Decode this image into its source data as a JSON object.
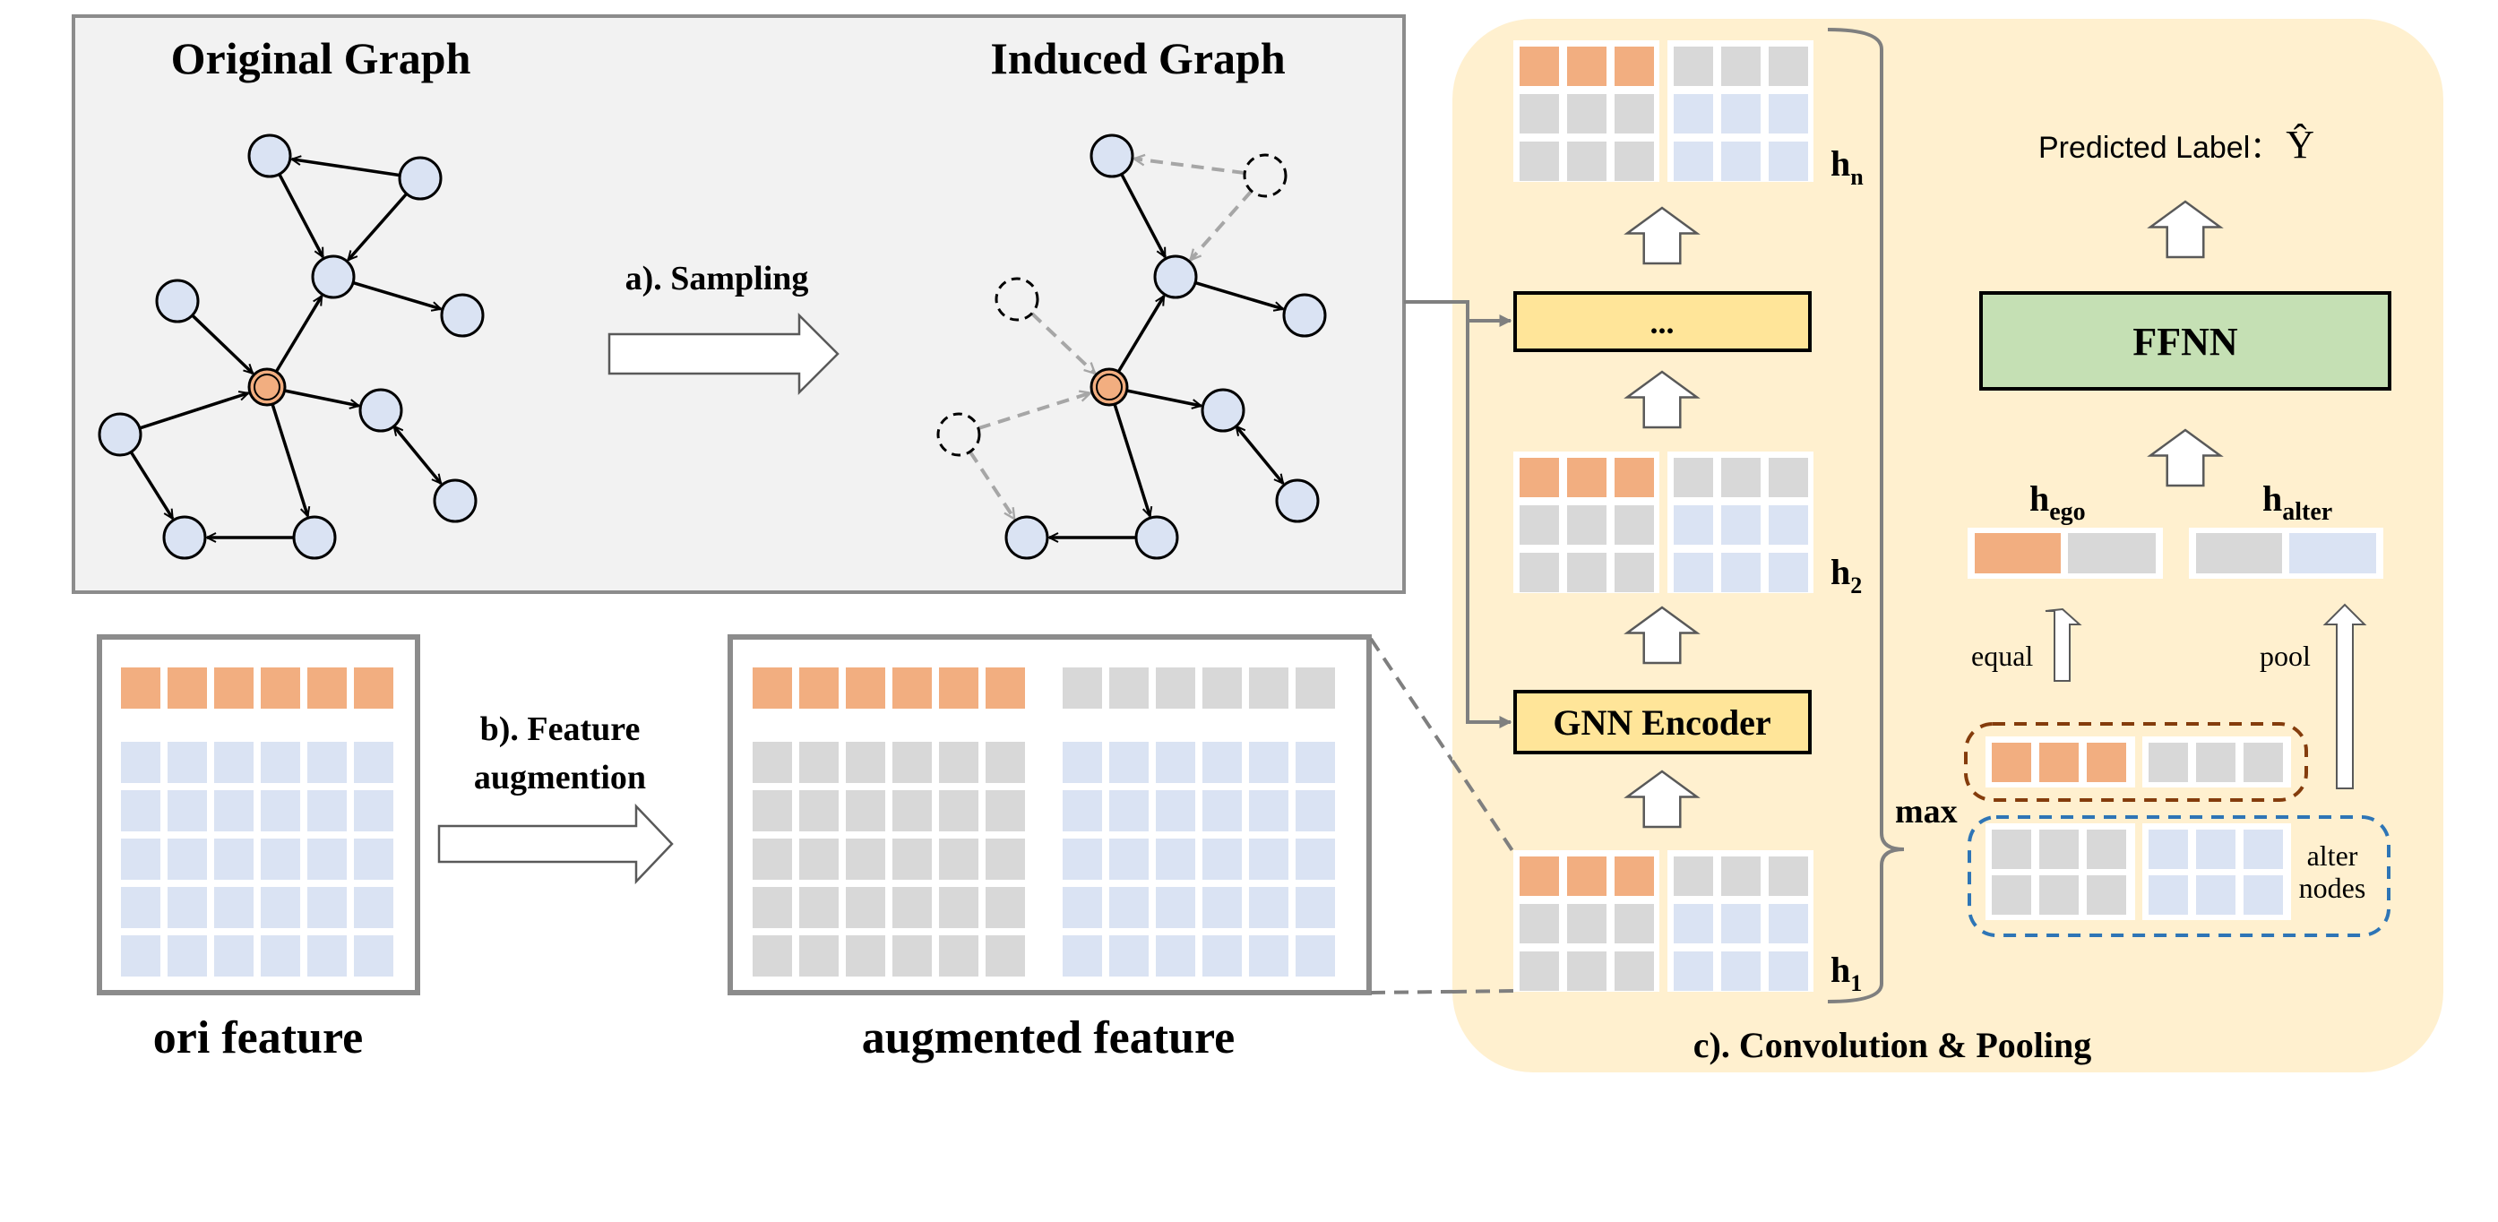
{
  "colors": {
    "ego": "#f2ae80",
    "gray_cell": "#d8d8d8",
    "blue_cell": "#dae3f3",
    "panel_bg": "#f2f2f2",
    "conv_panel_bg": "#fff0cf",
    "encoder_fill": "#ffe599",
    "ffnn_fill": "#c5e0b4",
    "node_fill": "#dae3f3",
    "edge_dashed": "#a6a6a6",
    "ego_box_border": "#843c0c",
    "alter_box_border": "#2e75b6"
  },
  "sampling_panel": {
    "original_title": "Original Graph",
    "induced_title": "Induced Graph",
    "step_label": "a). Sampling"
  },
  "feature_panel": {
    "ori_label": "ori feature",
    "aug_label": "augmented feature",
    "step_label_line1": "b). Feature",
    "step_label_line2": "augmention",
    "ori_grid": {
      "ego_cols": 6,
      "rows_alter": 5
    },
    "aug_grid": {
      "ego_cols": 6,
      "extra_cols": 6,
      "rows_alter": 5
    }
  },
  "conv_panel": {
    "title": "c). Convolution & Pooling",
    "layers": [
      {
        "name": "h",
        "sub": "n"
      },
      {
        "name": "h",
        "sub": "2"
      },
      {
        "name": "h",
        "sub": "1"
      }
    ],
    "ellipsis_label": "...",
    "encoder_label": "GNN Encoder",
    "max_label": "max",
    "ffnn_label": "FFNN",
    "predicted_label": "Predicted Label：",
    "predicted_symbol": "Ŷ",
    "h_ego": {
      "name": "h",
      "sub": "ego"
    },
    "h_alter": {
      "name": "h",
      "sub": "alter"
    },
    "equal_label": "equal",
    "pool_label": "pool",
    "alter_nodes_line1": "alter",
    "alter_nodes_line2": "nodes"
  },
  "original_graph": {
    "nodes": [
      {
        "id": "a",
        "type": "normal"
      },
      {
        "id": "b",
        "type": "normal"
      },
      {
        "id": "c",
        "type": "normal"
      },
      {
        "id": "d",
        "type": "normal"
      },
      {
        "id": "e",
        "type": "normal"
      },
      {
        "id": "ego",
        "type": "ego"
      },
      {
        "id": "f",
        "type": "normal"
      },
      {
        "id": "g",
        "type": "normal"
      },
      {
        "id": "h",
        "type": "normal"
      },
      {
        "id": "i",
        "type": "normal"
      },
      {
        "id": "j",
        "type": "normal"
      }
    ],
    "edges": [
      {
        "from": "b",
        "to": "a"
      },
      {
        "from": "a",
        "to": "c"
      },
      {
        "from": "b",
        "to": "c"
      },
      {
        "from": "c",
        "to": "e"
      },
      {
        "from": "d",
        "to": "ego"
      },
      {
        "from": "ego",
        "to": "c"
      },
      {
        "from": "ego",
        "to": "f"
      },
      {
        "from": "g",
        "to": "ego"
      },
      {
        "from": "f",
        "to": "h",
        "bidirectional": true
      },
      {
        "from": "g",
        "to": "i"
      },
      {
        "from": "ego",
        "to": "j"
      },
      {
        "from": "j",
        "to": "i"
      }
    ]
  },
  "induced_graph": {
    "removed_nodes": [
      "b",
      "d",
      "g"
    ]
  }
}
